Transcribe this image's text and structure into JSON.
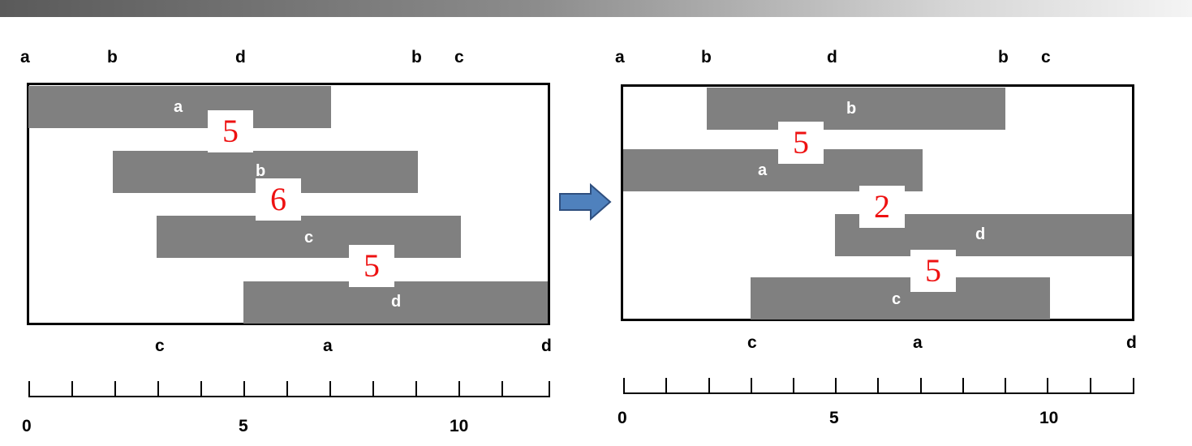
{
  "panels": [
    {
      "top_pins": [
        "a",
        "b",
        "d",
        "b",
        "c"
      ],
      "bottom_pins": [
        "c",
        "a",
        "d"
      ],
      "tracks": [
        {
          "net": "a",
          "start": 0,
          "end": 7
        },
        {
          "net": "b",
          "start": 2,
          "end": 9
        },
        {
          "net": "c",
          "start": 3,
          "end": 10
        },
        {
          "net": "d",
          "start": 5,
          "end": 12
        }
      ],
      "densities": [
        "5",
        "6",
        "5"
      ],
      "ruler_labels": [
        "0",
        "5",
        "10"
      ]
    },
    {
      "top_pins": [
        "a",
        "b",
        "d",
        "b",
        "c"
      ],
      "bottom_pins": [
        "c",
        "a",
        "d"
      ],
      "tracks": [
        {
          "net": "b",
          "start": 2,
          "end": 9
        },
        {
          "net": "a",
          "start": 0,
          "end": 7
        },
        {
          "net": "d",
          "start": 5,
          "end": 12
        },
        {
          "net": "c",
          "start": 3,
          "end": 10
        }
      ],
      "densities": [
        "5",
        "2",
        "5"
      ],
      "ruler_labels": [
        "0",
        "5",
        "10"
      ]
    }
  ],
  "colors": {
    "track": "#808080",
    "density_text": "#ee1111",
    "arrow_fill": "#4f81bd",
    "arrow_stroke": "#2f4f7f"
  },
  "arrow_icon": "right-arrow-icon"
}
